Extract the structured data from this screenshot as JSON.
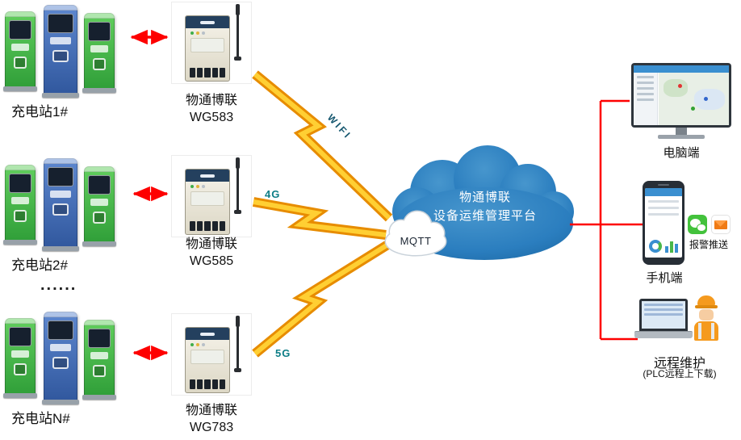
{
  "stations": [
    {
      "label": "充电站1#"
    },
    {
      "label": "充电站2#"
    },
    {
      "label": "充电站N#"
    }
  ],
  "ellipsis": "......",
  "gateways": [
    {
      "brand": "物通博联",
      "model": "WG583"
    },
    {
      "brand": "物通博联",
      "model": "WG585"
    },
    {
      "brand": "物通博联",
      "model": "WG783"
    }
  ],
  "links": [
    {
      "label": "WIFI"
    },
    {
      "label": "4G"
    },
    {
      "label": "5G"
    }
  ],
  "platform": {
    "line1": "物通博联",
    "line2": "设备运维管理平台",
    "protocol": "MQTT"
  },
  "endpoints": {
    "pc": {
      "label": "电脑端"
    },
    "mobile": {
      "label": "手机端",
      "push_label": "报警推送"
    },
    "remote": {
      "label": "远程维护",
      "sublabel": "(PLC远程上下载)"
    }
  },
  "colors": {
    "connector_red": "#fe0000",
    "bolt_yellow": "#ffcf33",
    "bolt_orange": "#e78c00",
    "cloud_blue": "#2b7ebf",
    "link_label_teal": "#0c7d86"
  }
}
